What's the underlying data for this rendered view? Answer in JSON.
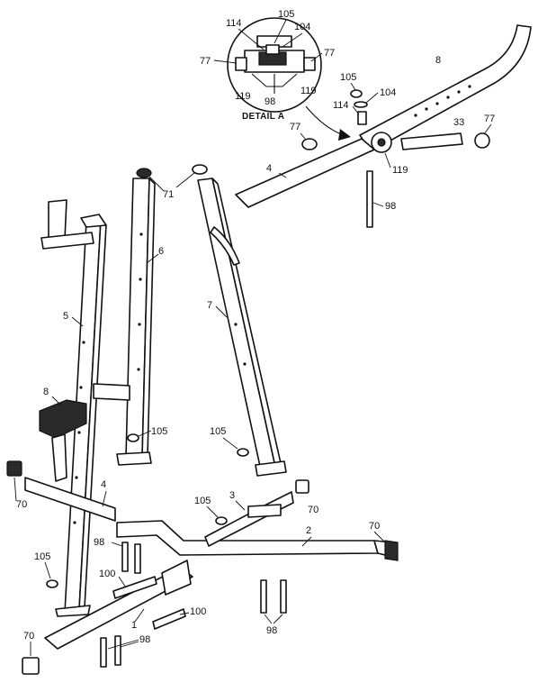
{
  "detail": {
    "title": "DETAIL A",
    "labels": [
      "114",
      "105",
      "104",
      "77",
      "77",
      "119",
      "98",
      "119"
    ]
  },
  "parts": {
    "p1": "1",
    "p2": "2",
    "p3": "3",
    "p4": "4",
    "p4b": "4",
    "p5": "5",
    "p6": "6",
    "p7": "7",
    "p8": "8",
    "p8b": "8",
    "p33": "33",
    "p70": "70",
    "p71": "71",
    "p77": "77",
    "p98": "98",
    "p100": "100",
    "p104": "104",
    "p105": "105",
    "p114": "114",
    "p119": "119"
  }
}
